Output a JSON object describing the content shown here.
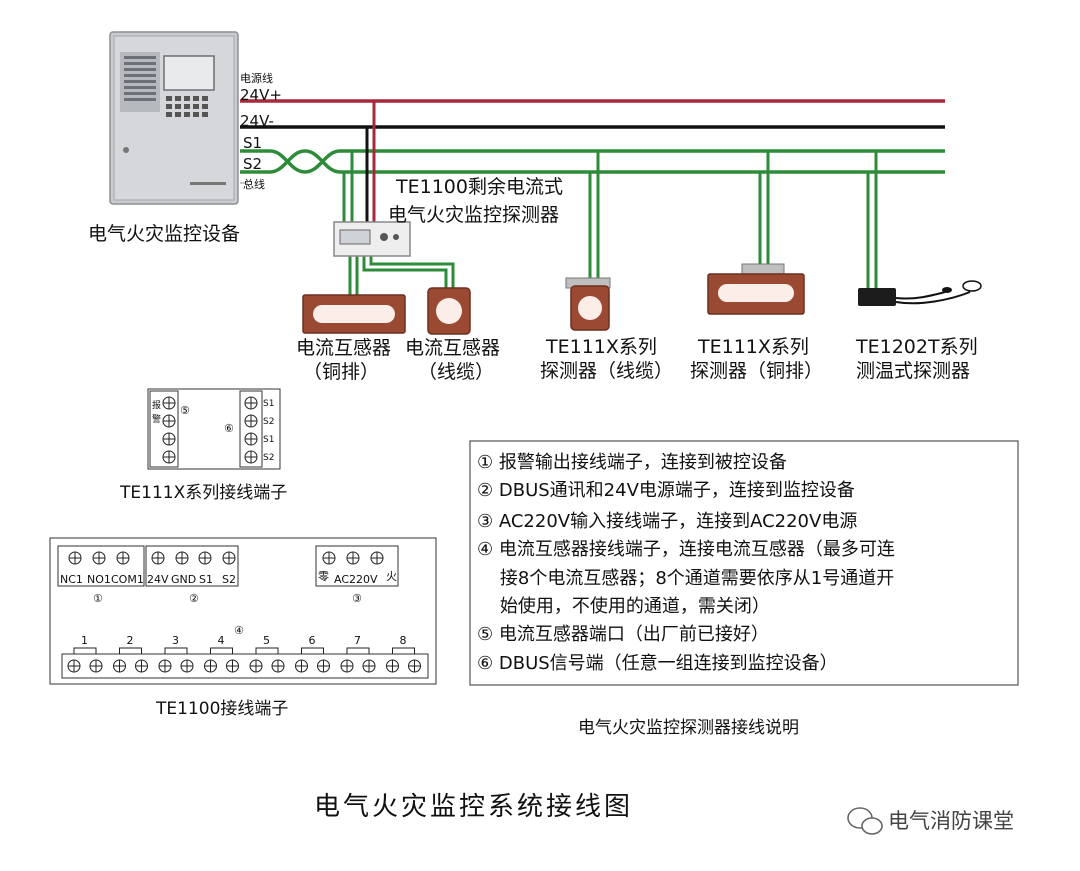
{
  "bus": {
    "labels": {
      "power_line": "电源线",
      "plus24": "24V+",
      "minus24": "24V-",
      "s1": "S1",
      "s2": "S2",
      "bus_line": "总线"
    },
    "colors": {
      "red": "#a8283d",
      "black": "#111111",
      "green": "#2e8b3a",
      "gray": "#8b8b8b"
    }
  },
  "devices": {
    "monitor": "电气火灾监控设备",
    "detector_te1100_line1": "TE1100剩余电流式",
    "detector_te1100_line2": "电气火灾监控探测器",
    "ct_busbar_line1": "电流互感器",
    "ct_busbar_line2": "（铜排）",
    "ct_cable_line1": "电流互感器",
    "ct_cable_line2": "（线缆）",
    "te111x_cable_line1": "TE111X系列",
    "te111x_cable_line2": "探测器（线缆）",
    "te111x_busbar_line1": "TE111X系列",
    "te111x_busbar_line2": "探测器（铜排）",
    "te1202t_line1": "TE1202T系列",
    "te1202t_line2": "测温式探测器"
  },
  "te111x_terminal": {
    "caption": "TE111X系列接线端子",
    "left_marks": [
      "报",
      "警"
    ],
    "circle_5": "⑤",
    "circle_6": "⑥",
    "right_marks": [
      "S1",
      "S2",
      "S1",
      "S2"
    ]
  },
  "te1100_terminal": {
    "caption": "TE1100接线端子",
    "group1": [
      "NC1",
      "NO1",
      "COM1"
    ],
    "group1_num": "①",
    "group2": [
      "24V",
      "GND",
      "S1",
      "S2"
    ],
    "group2_num": "②",
    "group3_left": "零",
    "group3_mid": "AC220V",
    "group3_right": "火",
    "group3_num": "③",
    "group4_num": "④",
    "channels": [
      "1",
      "2",
      "3",
      "4",
      "5",
      "6",
      "7",
      "8"
    ]
  },
  "notes": {
    "items": [
      "① 报警输出接线端子，连接到被控设备",
      "② DBUS通讯和24V电源端子，连接到监控设备",
      "③ AC220V输入接线端子，连接到AC220V电源",
      "④ 电流互感器接线端子，连接电流互感器（最多可连",
      "    接8个电流互感器；8个通道需要依序从1号通道开",
      "    始使用，不使用的通道，需关闭）",
      "⑤ 电流互感器端口（出厂前已接好）",
      "⑥ DBUS信号端（任意一组连接到监控设备）"
    ],
    "caption": "电气火灾监控探测器接线说明"
  },
  "title": "电气火灾监控系统接线图",
  "watermark": "电气消防课堂"
}
